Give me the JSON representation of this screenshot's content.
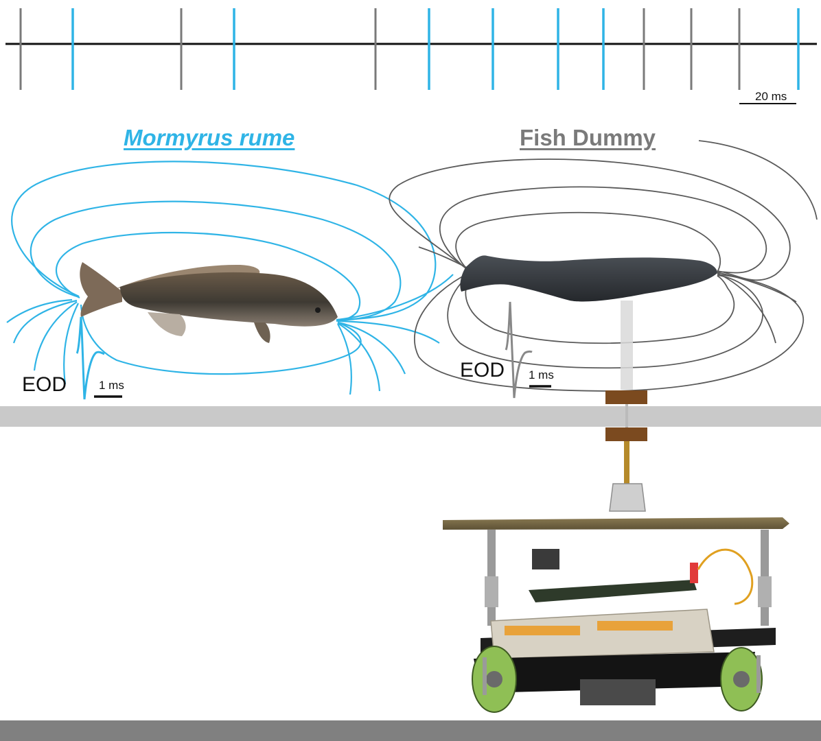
{
  "labels": {
    "fish_species": "Mormyrus rume",
    "dummy": "Fish Dummy",
    "eod_fish": "EOD",
    "eod_dummy": "EOD"
  },
  "scale_bars": {
    "spike_train": "20 ms",
    "eod_fish": "1 ms",
    "eod_dummy": "1 ms"
  },
  "colors": {
    "fish": "#2fb4e6",
    "dummy": "#7a7a7a",
    "axis": "#111111",
    "tank_wall": "#c9c9c9",
    "floor": "#808080"
  },
  "spike_train": {
    "events": [
      {
        "source": "dummy"
      },
      {
        "source": "fish"
      },
      {
        "source": "dummy"
      },
      {
        "source": "fish"
      },
      {
        "source": "dummy"
      },
      {
        "source": "fish"
      },
      {
        "source": "fish"
      },
      {
        "source": "fish"
      },
      {
        "source": "fish"
      },
      {
        "source": "dummy"
      },
      {
        "source": "dummy"
      },
      {
        "source": "dummy"
      },
      {
        "source": "fish"
      }
    ]
  },
  "icons": {
    "fish_photo": "mormyrus-fish-icon",
    "dummy_body": "fish-dummy-icon",
    "robot": "robot-platform-icon"
  }
}
